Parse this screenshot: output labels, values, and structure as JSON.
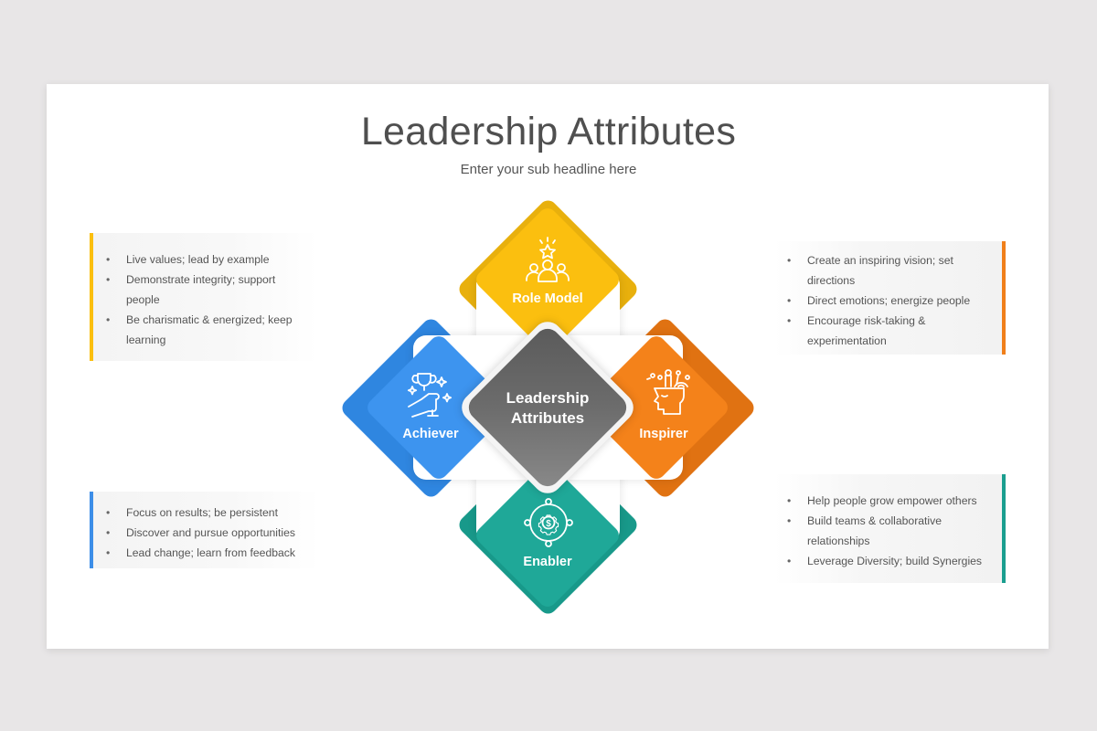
{
  "header": {
    "title": "Leadership Attributes",
    "subtitle": "Enter your sub headline here"
  },
  "center": {
    "line1": "Leadership",
    "line2": "Attributes",
    "color": "#6b6b6b"
  },
  "attributes": [
    {
      "name": "Role Model",
      "icon": "leader-star-icon",
      "outer_color": "#e8b00d",
      "inner_color": "#fbbf0f"
    },
    {
      "name": "Achiever",
      "icon": "trophy-hand-icon",
      "outer_color": "#2f86e0",
      "inner_color": "#3d94ef"
    },
    {
      "name": "Inspirer",
      "icon": "idea-head-icon",
      "outer_color": "#e07212",
      "inner_color": "#f4821a"
    },
    {
      "name": "Enabler",
      "icon": "gear-dollar-icon",
      "outer_color": "#18998a",
      "inner_color": "#1fa898"
    }
  ],
  "boxes": {
    "role_model": {
      "accent": "#fbbf0f",
      "items": [
        "Live values; lead by example",
        "Demonstrate integrity; support people",
        "Be charismatic & energized; keep learning"
      ]
    },
    "inspirer": {
      "accent": "#f07f1a",
      "items": [
        "Create an inspiring vision; set directions",
        "Direct emotions; energize people",
        "Encourage risk-taking & experimentation"
      ]
    },
    "achiever": {
      "accent": "#3d8ee8",
      "items": [
        "Focus on results; be persistent",
        "Discover and pursue opportunities",
        "Lead change; learn from feedback"
      ]
    },
    "enabler": {
      "accent": "#1a9e8f",
      "items": [
        "Help people grow empower others",
        "Build teams & collaborative relationships",
        "Leverage Diversity; build Synergies"
      ]
    }
  }
}
